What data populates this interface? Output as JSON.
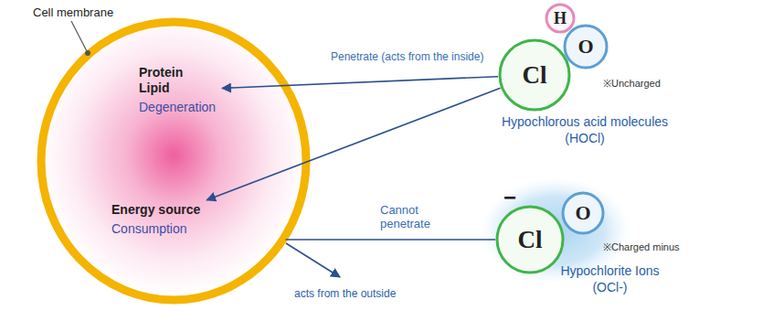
{
  "diagram": {
    "nodes": [
      {
        "text": [
          "Cell membrane"
        ]
      },
      {
        "text": [
          "Protein Lipid",
          "Degeneration"
        ],
        "in": 0
      },
      {
        "text": [
          "Energy source",
          "Consumption"
        ],
        "in": 0
      },
      {
        "text": [
          "H"
        ]
      },
      {
        "text": [
          "Cl"
        ]
      },
      {
        "text": [
          "O"
        ]
      },
      {
        "text": [
          "Cl"
        ]
      },
      {
        "text": [
          "O"
        ]
      }
    ],
    "edges": [
      {
        "from": 4,
        "to": 1,
        "arrow": "to",
        "label": "Penetrate (acts from the inside)"
      },
      {
        "from": 4,
        "to": 2,
        "arrow": "to"
      },
      {
        "from": 6,
        "to": 0,
        "arrow": "none",
        "label": "Cannot penetrate"
      }
    ],
    "labels": [
      "※Uncharged",
      "Hypochlorous acid molecules (HOCl)",
      "−",
      "※Charged minus",
      "Hypochlorite Ions (OCl-)",
      "acts from the outside"
    ]
  }
}
